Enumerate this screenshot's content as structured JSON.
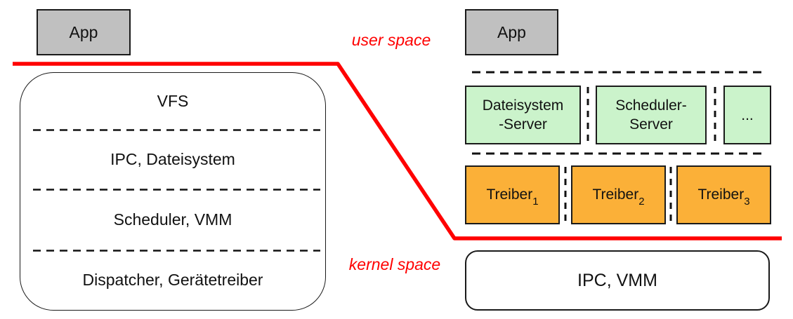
{
  "diagram": {
    "title_implicit": "monolithic kernel vs microkernel",
    "labels": {
      "user_space": "user space",
      "kernel_space": "kernel space"
    },
    "left": {
      "app": "App",
      "kernel_sections": [
        "VFS",
        "IPC, Dateisystem",
        "Scheduler, VMM",
        "Dispatcher, Gerätetreiber"
      ]
    },
    "right": {
      "app": "App",
      "servers": [
        {
          "line1": "Dateisystem",
          "line2": "-Server"
        },
        {
          "line1": "Scheduler-",
          "line2": "Server"
        },
        {
          "label": "..."
        }
      ],
      "drivers": [
        {
          "base": "Treiber",
          "sub": "1"
        },
        {
          "base": "Treiber",
          "sub": "2"
        },
        {
          "base": "Treiber",
          "sub": "3"
        }
      ],
      "kernel_box": "IPC, VMM"
    },
    "colors": {
      "boundary_red": "#ff0000",
      "app_gray": "#c0c0c0",
      "server_green": "#cbf3cb",
      "driver_orange": "#fbb038",
      "border_black": "#1a1a1a"
    }
  }
}
